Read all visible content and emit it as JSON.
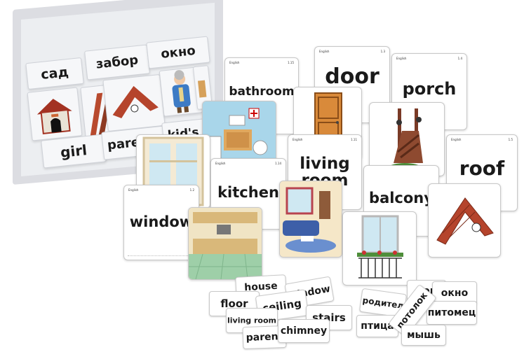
{
  "box_words": {
    "sad": "сад",
    "zabor": "забор",
    "okno": "окно",
    "girl": "girl",
    "parents": "parents",
    "kids": "kid's r"
  },
  "cards": {
    "bathroom": {
      "lang": "English",
      "num": "1.15",
      "word": "bathroom"
    },
    "door": {
      "lang": "English",
      "num": "1.3",
      "word": "door"
    },
    "porch": {
      "lang": "English",
      "num": "1.4",
      "word": "porch"
    },
    "living_room": {
      "lang": "English",
      "num": "1.11",
      "word_line1": "living",
      "word_line2": "room"
    },
    "roof": {
      "lang": "English",
      "num": "1.5",
      "word": "roof"
    },
    "kitchen": {
      "lang": "English",
      "num": "1.14",
      "word": "kitchen"
    },
    "balcony": {
      "word": "balcony"
    },
    "window": {
      "lang": "English",
      "num": "1.2",
      "word": "window"
    }
  },
  "tiles": {
    "house": "house",
    "window": "window",
    "floor": "floor",
    "ceiling": "ceiling",
    "stairs": "stairs",
    "living_room": "living room",
    "chimney": "chimney",
    "parent": "parent",
    "dom": "дом",
    "okno": "окно",
    "roditel": "родител",
    "potolok": "потолок",
    "pitomets": "питомец",
    "ptitsa": "птица",
    "mysh": "мышь"
  },
  "colors": {
    "box": "#dcdde2",
    "door": "#d98a3a",
    "roof_tiles": "#b5442c",
    "sofa": "#3d5fa8",
    "kitchen_floor": "#9ecfa8",
    "bathroom_tile": "#a9d6ea"
  }
}
